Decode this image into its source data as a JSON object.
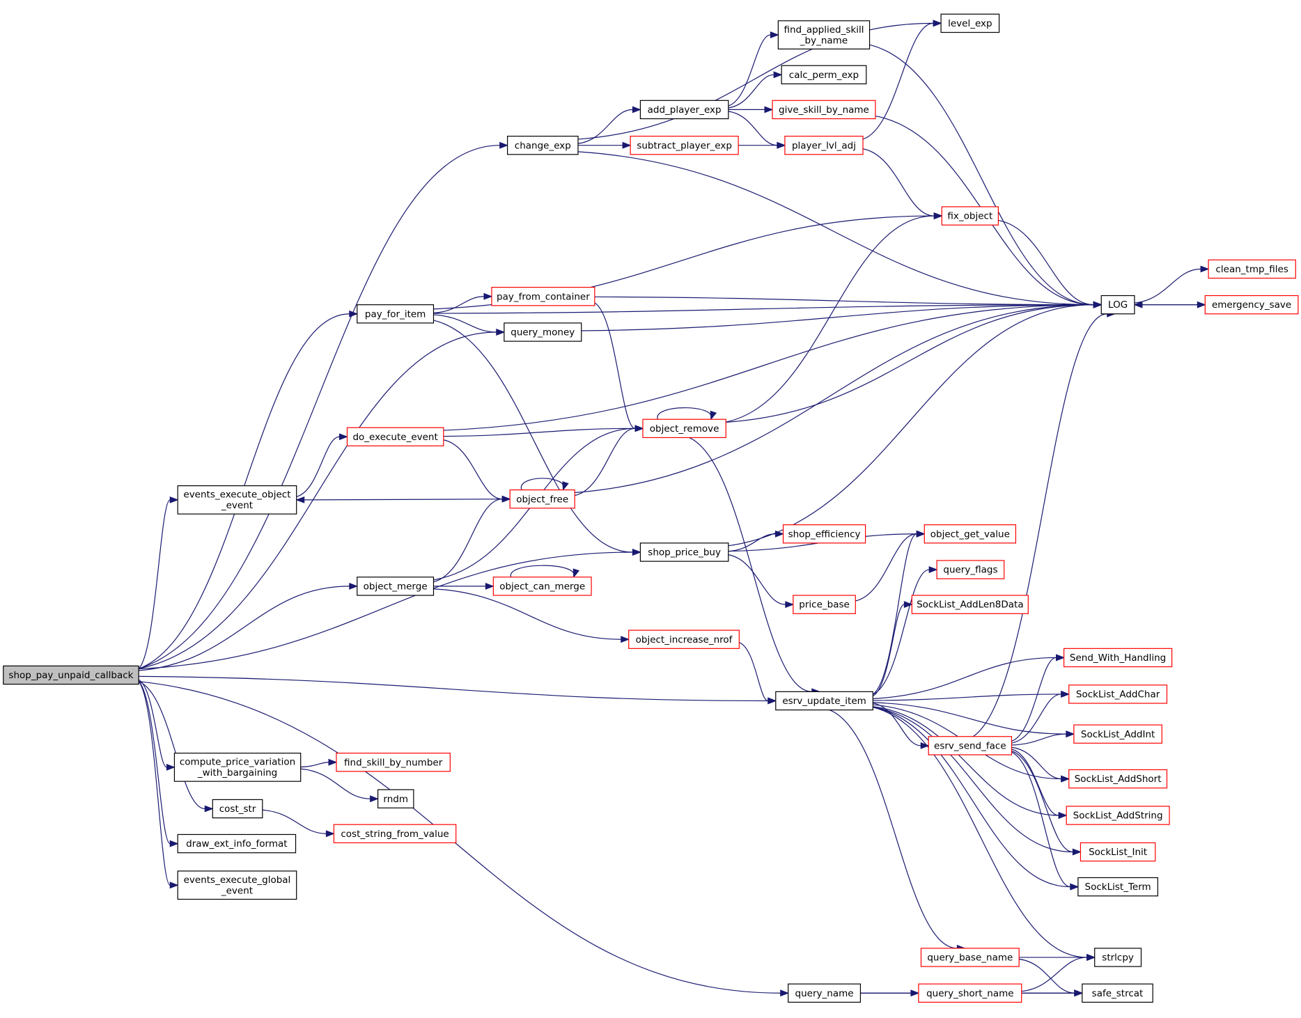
{
  "diagram": {
    "type": "call-graph",
    "colors": {
      "edge": "#191970",
      "border_default": "#000000",
      "border_truncated": "#ff0000",
      "fill_default": "#ffffff",
      "fill_root": "#bfbfbf"
    },
    "nodes": [
      {
        "id": "shop_pay_unpaid_callback",
        "lines": [
          "shop_pay_unpaid_callback"
        ],
        "style": "root"
      },
      {
        "id": "change_exp",
        "lines": [
          "change_exp"
        ],
        "style": "default"
      },
      {
        "id": "pay_for_item",
        "lines": [
          "pay_for_item"
        ],
        "style": "default"
      },
      {
        "id": "query_money",
        "lines": [
          "query_money"
        ],
        "style": "default"
      },
      {
        "id": "events_execute_object_event",
        "lines": [
          "events_execute_object",
          "_event"
        ],
        "style": "default"
      },
      {
        "id": "object_merge",
        "lines": [
          "object_merge"
        ],
        "style": "default"
      },
      {
        "id": "shop_price_buy",
        "lines": [
          "shop_price_buy"
        ],
        "style": "default"
      },
      {
        "id": "esrv_update_item",
        "lines": [
          "esrv_update_item"
        ],
        "style": "default"
      },
      {
        "id": "query_name",
        "lines": [
          "query_name"
        ],
        "style": "default"
      },
      {
        "id": "compute_price_variation_with_bargaining",
        "lines": [
          "compute_price_variation",
          "_with_bargaining"
        ],
        "style": "default"
      },
      {
        "id": "cost_str",
        "lines": [
          "cost_str"
        ],
        "style": "default"
      },
      {
        "id": "draw_ext_info_format",
        "lines": [
          "draw_ext_info_format"
        ],
        "style": "default"
      },
      {
        "id": "events_execute_global_event",
        "lines": [
          "events_execute_global",
          "_event"
        ],
        "style": "default"
      },
      {
        "id": "level_exp",
        "lines": [
          "level_exp"
        ],
        "style": "default"
      },
      {
        "id": "find_applied_skill_by_name",
        "lines": [
          "find_applied_skill",
          "_by_name"
        ],
        "style": "default"
      },
      {
        "id": "calc_perm_exp",
        "lines": [
          "calc_perm_exp"
        ],
        "style": "default"
      },
      {
        "id": "add_player_exp",
        "lines": [
          "add_player_exp"
        ],
        "style": "default"
      },
      {
        "id": "give_skill_by_name",
        "lines": [
          "give_skill_by_name"
        ],
        "style": "truncated"
      },
      {
        "id": "subtract_player_exp",
        "lines": [
          "subtract_player_exp"
        ],
        "style": "truncated"
      },
      {
        "id": "player_lvl_adj",
        "lines": [
          "player_lvl_adj"
        ],
        "style": "truncated"
      },
      {
        "id": "fix_object",
        "lines": [
          "fix_object"
        ],
        "style": "truncated"
      },
      {
        "id": "LOG",
        "lines": [
          "LOG"
        ],
        "style": "default"
      },
      {
        "id": "clean_tmp_files",
        "lines": [
          "clean_tmp_files"
        ],
        "style": "truncated"
      },
      {
        "id": "emergency_save",
        "lines": [
          "emergency_save"
        ],
        "style": "truncated"
      },
      {
        "id": "pay_from_container",
        "lines": [
          "pay_from_container"
        ],
        "style": "truncated"
      },
      {
        "id": "do_execute_event",
        "lines": [
          "do_execute_event"
        ],
        "style": "truncated"
      },
      {
        "id": "object_remove",
        "lines": [
          "object_remove"
        ],
        "style": "truncated"
      },
      {
        "id": "object_free",
        "lines": [
          "object_free"
        ],
        "style": "truncated"
      },
      {
        "id": "object_can_merge",
        "lines": [
          "object_can_merge"
        ],
        "style": "truncated"
      },
      {
        "id": "object_increase_nrof",
        "lines": [
          "object_increase_nrof"
        ],
        "style": "truncated"
      },
      {
        "id": "shop_efficiency",
        "lines": [
          "shop_efficiency"
        ],
        "style": "truncated"
      },
      {
        "id": "object_get_value",
        "lines": [
          "object_get_value"
        ],
        "style": "truncated"
      },
      {
        "id": "price_base",
        "lines": [
          "price_base"
        ],
        "style": "truncated"
      },
      {
        "id": "query_flags",
        "lines": [
          "query_flags"
        ],
        "style": "truncated"
      },
      {
        "id": "SockList_AddLen8Data",
        "lines": [
          "SockList_AddLen8Data"
        ],
        "style": "truncated"
      },
      {
        "id": "Send_With_Handling",
        "lines": [
          "Send_With_Handling"
        ],
        "style": "truncated"
      },
      {
        "id": "SockList_AddChar",
        "lines": [
          "SockList_AddChar"
        ],
        "style": "truncated"
      },
      {
        "id": "esrv_send_face",
        "lines": [
          "esrv_send_face"
        ],
        "style": "truncated"
      },
      {
        "id": "SockList_AddInt",
        "lines": [
          "SockList_AddInt"
        ],
        "style": "truncated"
      },
      {
        "id": "SockList_AddShort",
        "lines": [
          "SockList_AddShort"
        ],
        "style": "truncated"
      },
      {
        "id": "SockList_AddString",
        "lines": [
          "SockList_AddString"
        ],
        "style": "truncated"
      },
      {
        "id": "SockList_Init",
        "lines": [
          "SockList_Init"
        ],
        "style": "truncated"
      },
      {
        "id": "SockList_Term",
        "lines": [
          "SockList_Term"
        ],
        "style": "default"
      },
      {
        "id": "strlcpy",
        "lines": [
          "strlcpy"
        ],
        "style": "default"
      },
      {
        "id": "query_base_name",
        "lines": [
          "query_base_name"
        ],
        "style": "truncated"
      },
      {
        "id": "query_short_name",
        "lines": [
          "query_short_name"
        ],
        "style": "truncated"
      },
      {
        "id": "safe_strcat",
        "lines": [
          "safe_strcat"
        ],
        "style": "default"
      },
      {
        "id": "find_skill_by_number",
        "lines": [
          "find_skill_by_number"
        ],
        "style": "truncated"
      },
      {
        "id": "rndm",
        "lines": [
          "rndm"
        ],
        "style": "default"
      },
      {
        "id": "cost_string_from_value",
        "lines": [
          "cost_string_from_value"
        ],
        "style": "truncated"
      }
    ],
    "edges": [
      [
        "shop_pay_unpaid_callback",
        "change_exp"
      ],
      [
        "shop_pay_unpaid_callback",
        "pay_for_item"
      ],
      [
        "shop_pay_unpaid_callback",
        "query_money"
      ],
      [
        "shop_pay_unpaid_callback",
        "events_execute_object_event"
      ],
      [
        "shop_pay_unpaid_callback",
        "object_merge"
      ],
      [
        "shop_pay_unpaid_callback",
        "shop_price_buy"
      ],
      [
        "shop_pay_unpaid_callback",
        "esrv_update_item"
      ],
      [
        "shop_pay_unpaid_callback",
        "query_name"
      ],
      [
        "shop_pay_unpaid_callback",
        "compute_price_variation_with_bargaining"
      ],
      [
        "shop_pay_unpaid_callback",
        "cost_str"
      ],
      [
        "shop_pay_unpaid_callback",
        "draw_ext_info_format"
      ],
      [
        "shop_pay_unpaid_callback",
        "events_execute_global_event"
      ],
      [
        "change_exp",
        "level_exp"
      ],
      [
        "change_exp",
        "add_player_exp"
      ],
      [
        "change_exp",
        "subtract_player_exp"
      ],
      [
        "change_exp",
        "LOG"
      ],
      [
        "add_player_exp",
        "find_applied_skill_by_name"
      ],
      [
        "add_player_exp",
        "calc_perm_exp"
      ],
      [
        "add_player_exp",
        "give_skill_by_name"
      ],
      [
        "add_player_exp",
        "player_lvl_adj"
      ],
      [
        "subtract_player_exp",
        "player_lvl_adj"
      ],
      [
        "find_applied_skill_by_name",
        "LOG"
      ],
      [
        "give_skill_by_name",
        "LOG"
      ],
      [
        "player_lvl_adj",
        "level_exp"
      ],
      [
        "player_lvl_adj",
        "fix_object"
      ],
      [
        "fix_object",
        "LOG"
      ],
      [
        "LOG",
        "clean_tmp_files"
      ],
      [
        "LOG",
        "emergency_save"
      ],
      [
        "emergency_save",
        "LOG"
      ],
      [
        "pay_for_item",
        "fix_object"
      ],
      [
        "pay_for_item",
        "LOG"
      ],
      [
        "pay_for_item",
        "pay_from_container"
      ],
      [
        "pay_for_item",
        "query_money"
      ],
      [
        "pay_for_item",
        "shop_price_buy"
      ],
      [
        "pay_from_container",
        "LOG"
      ],
      [
        "pay_from_container",
        "object_remove"
      ],
      [
        "query_money",
        "LOG"
      ],
      [
        "events_execute_object_event",
        "do_execute_event"
      ],
      [
        "do_execute_event",
        "LOG"
      ],
      [
        "do_execute_event",
        "object_remove"
      ],
      [
        "do_execute_event",
        "object_free"
      ],
      [
        "object_remove",
        "object_remove"
      ],
      [
        "object_remove",
        "fix_object"
      ],
      [
        "object_remove",
        "LOG"
      ],
      [
        "object_remove",
        "esrv_update_item"
      ],
      [
        "object_free",
        "object_free"
      ],
      [
        "object_free",
        "object_remove"
      ],
      [
        "object_free",
        "LOG"
      ],
      [
        "object_free",
        "events_execute_object_event"
      ],
      [
        "object_merge",
        "object_free"
      ],
      [
        "object_merge",
        "object_remove"
      ],
      [
        "object_merge",
        "object_can_merge"
      ],
      [
        "object_merge",
        "object_increase_nrof"
      ],
      [
        "object_can_merge",
        "object_can_merge"
      ],
      [
        "object_increase_nrof",
        "esrv_update_item"
      ],
      [
        "shop_price_buy",
        "LOG"
      ],
      [
        "shop_price_buy",
        "shop_efficiency"
      ],
      [
        "shop_price_buy",
        "object_get_value"
      ],
      [
        "shop_price_buy",
        "price_base"
      ],
      [
        "price_base",
        "object_get_value"
      ],
      [
        "esrv_update_item",
        "object_get_value"
      ],
      [
        "esrv_update_item",
        "query_flags"
      ],
      [
        "esrv_update_item",
        "SockList_AddLen8Data"
      ],
      [
        "esrv_update_item",
        "Send_With_Handling"
      ],
      [
        "esrv_update_item",
        "SockList_AddChar"
      ],
      [
        "esrv_update_item",
        "SockList_AddInt"
      ],
      [
        "esrv_update_item",
        "esrv_send_face"
      ],
      [
        "esrv_update_item",
        "SockList_AddShort"
      ],
      [
        "esrv_update_item",
        "SockList_AddString"
      ],
      [
        "esrv_update_item",
        "SockList_Init"
      ],
      [
        "esrv_update_item",
        "SockList_Term"
      ],
      [
        "esrv_update_item",
        "strlcpy"
      ],
      [
        "esrv_update_item",
        "query_base_name"
      ],
      [
        "esrv_send_face",
        "LOG"
      ],
      [
        "esrv_send_face",
        "Send_With_Handling"
      ],
      [
        "esrv_send_face",
        "SockList_AddChar"
      ],
      [
        "esrv_send_face",
        "SockList_AddInt"
      ],
      [
        "esrv_send_face",
        "SockList_AddShort"
      ],
      [
        "esrv_send_face",
        "SockList_AddString"
      ],
      [
        "esrv_send_face",
        "SockList_Init"
      ],
      [
        "esrv_send_face",
        "SockList_Term"
      ],
      [
        "query_base_name",
        "strlcpy"
      ],
      [
        "query_base_name",
        "safe_strcat"
      ],
      [
        "query_name",
        "query_short_name"
      ],
      [
        "query_name",
        "safe_strcat"
      ],
      [
        "query_short_name",
        "strlcpy"
      ],
      [
        "query_short_name",
        "safe_strcat"
      ],
      [
        "compute_price_variation_with_bargaining",
        "find_skill_by_number"
      ],
      [
        "compute_price_variation_with_bargaining",
        "rndm"
      ],
      [
        "cost_str",
        "cost_string_from_value"
      ]
    ]
  }
}
